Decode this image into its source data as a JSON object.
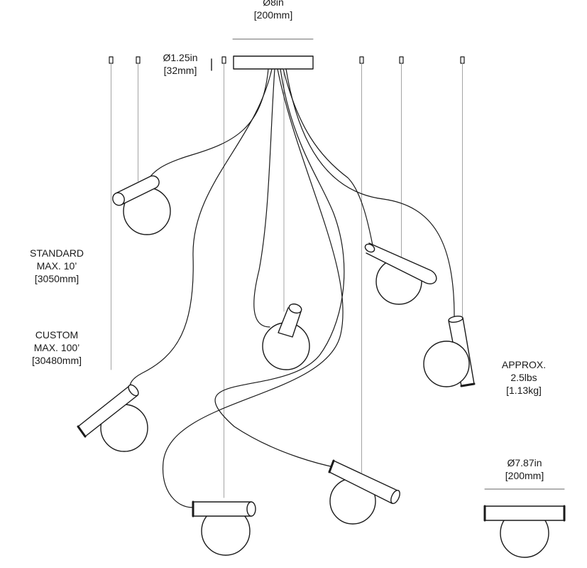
{
  "canopy_dimension": {
    "imperial": "Ø8in",
    "metric": "[200mm]"
  },
  "mount_dimension": {
    "imperial": "Ø1.25in",
    "metric": "[32mm]"
  },
  "standard_length": {
    "line1": "STANDARD",
    "line2": "MAX. 10’",
    "line3": "[3050mm]"
  },
  "custom_length": {
    "line1": "CUSTOM",
    "line2": "MAX. 100’",
    "line3": "[30480mm]"
  },
  "weight": {
    "line1": "APPROX.",
    "line2": "2.5lbs",
    "line3": "[1.13kg]"
  },
  "shade_dimension": {
    "imperial": "Ø7.87in",
    "metric": "[200mm]"
  }
}
